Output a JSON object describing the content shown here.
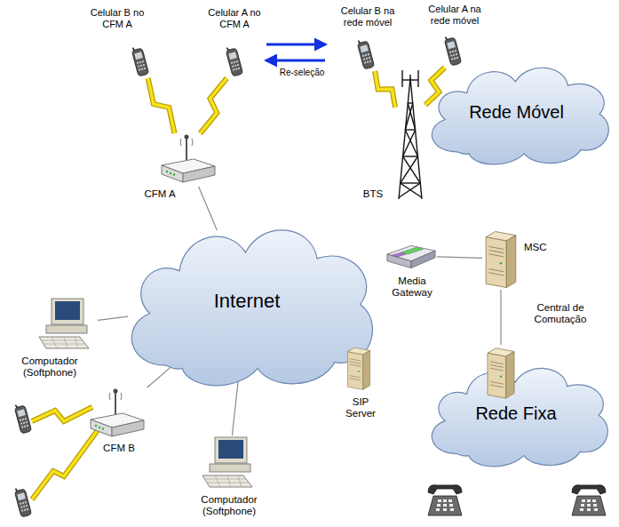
{
  "diagram": {
    "nodes": [
      {
        "text": [
          "Celular B no CFM A"
        ]
      },
      {
        "text": [
          "Celular A no CFM A"
        ]
      },
      {
        "text": [
          "Celular B na rede móvel"
        ]
      },
      {
        "text": [
          "Celular A na rede móvel"
        ]
      },
      {
        "text": [
          "CFM A"
        ]
      },
      {
        "text": [
          "Rede Móvel"
        ]
      },
      {
        "text": [
          "BTS"
        ]
      },
      {
        "text": [
          "Internet"
        ]
      },
      {
        "text": [
          "Computador (Softphone)"
        ]
      },
      {
        "text": [
          "Media Gateway"
        ]
      },
      {
        "text": [
          "MSC"
        ]
      },
      {
        "text": [
          "SIP Server"
        ]
      },
      {
        "text": [
          "Rede Fixa"
        ]
      },
      {
        "text": [
          "Central de Comutação"
        ]
      },
      {
        "text": [
          "CFM B"
        ]
      },
      {
        "text": [
          "Computador (Softphone)"
        ]
      }
    ],
    "edges": [
      {
        "from": 0,
        "to": 4,
        "arrow": "none"
      },
      {
        "from": 1,
        "to": 4,
        "arrow": "none"
      },
      {
        "from": 2,
        "to": 6,
        "arrow": "none"
      },
      {
        "from": 3,
        "to": 6,
        "arrow": "none"
      },
      {
        "from": 4,
        "to": 7,
        "arrow": "none"
      },
      {
        "from": 8,
        "to": 7,
        "arrow": "none"
      },
      {
        "from": 9,
        "to": 10,
        "arrow": "none"
      },
      {
        "from": 10,
        "to": 13,
        "arrow": "none"
      },
      {
        "from": 14,
        "to": 7,
        "arrow": "none"
      },
      {
        "from": 15,
        "to": 7,
        "arrow": "none"
      }
    ],
    "labels": [
      "Re-seleção"
    ]
  }
}
